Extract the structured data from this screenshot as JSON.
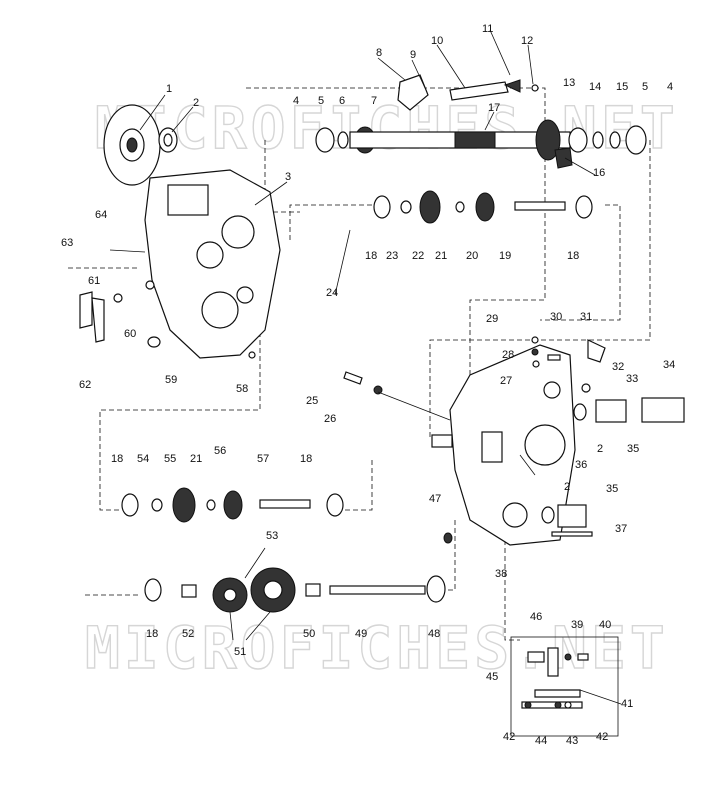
{
  "watermark": "MICROFICHES.NET",
  "callouts": [
    "1",
    "2",
    "3",
    "4",
    "5",
    "6",
    "7",
    "8",
    "9",
    "10",
    "11",
    "12",
    "13",
    "14",
    "15",
    "5",
    "4",
    "16",
    "17",
    "18",
    "23",
    "22",
    "21",
    "20",
    "19",
    "18",
    "24",
    "64",
    "63",
    "61",
    "60",
    "62",
    "59",
    "58",
    "25",
    "26",
    "29",
    "30",
    "31",
    "28",
    "27",
    "32",
    "33",
    "34",
    "2",
    "35",
    "36",
    "18",
    "54",
    "55",
    "21",
    "56",
    "57",
    "18",
    "53",
    "47",
    "2",
    "35",
    "37",
    "38",
    "18",
    "52",
    "51",
    "50",
    "49",
    "48",
    "46",
    "39",
    "40",
    "45",
    "41",
    "42",
    "44",
    "43",
    "42"
  ]
}
